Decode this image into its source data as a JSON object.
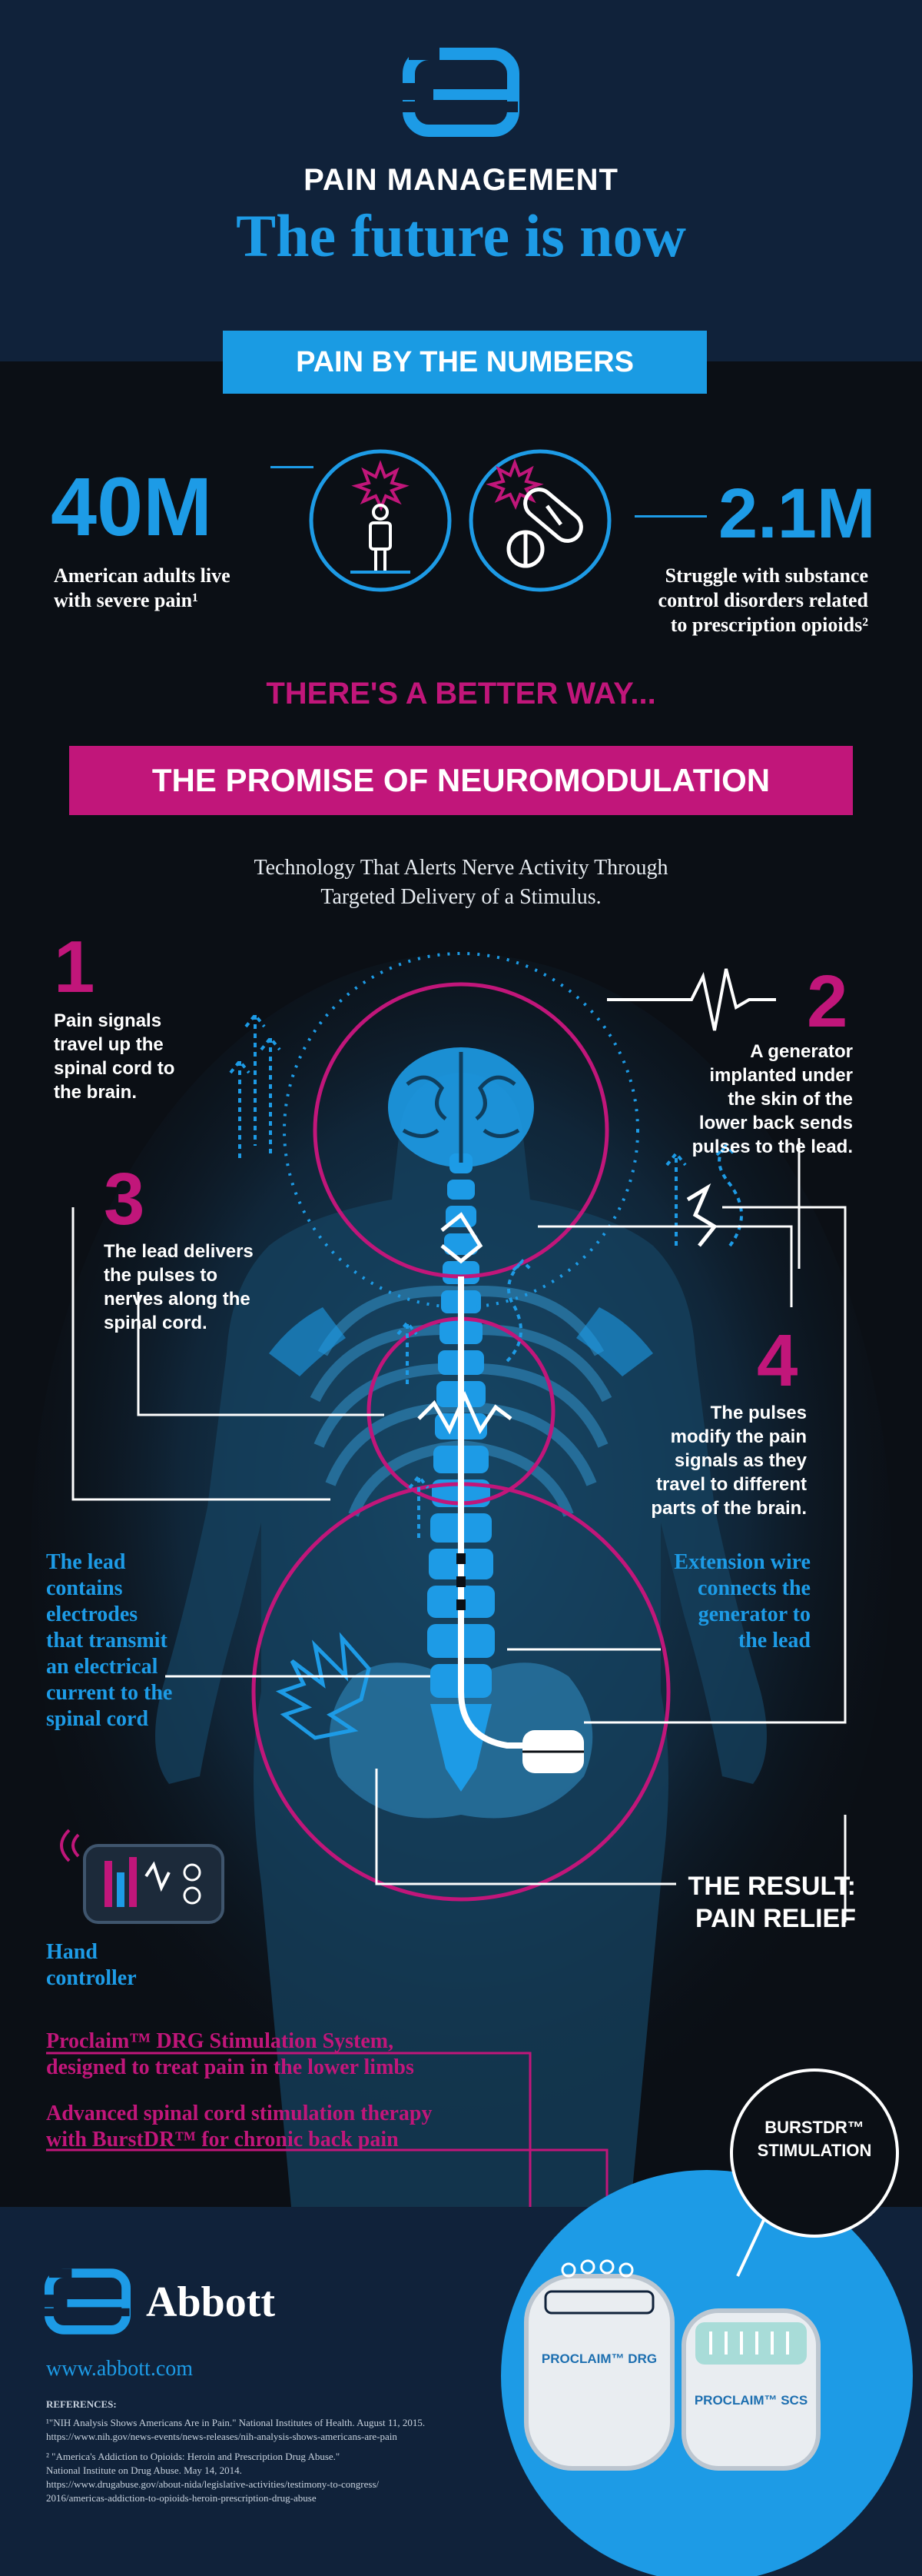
{
  "header": {
    "kicker": "PAIN MANAGEMENT",
    "title": "The future is now"
  },
  "numbers": {
    "banner": "PAIN BY THE NUMBERS",
    "stat1": {
      "value": "40M",
      "line1": "American adults live",
      "line2": "with severe pain¹"
    },
    "stat2": {
      "value": "2.1M",
      "line1": "Struggle with substance",
      "line2": "control disorders related",
      "line3": "to prescription opioids²"
    }
  },
  "better": {
    "tagline": "THERE'S A BETTER WAY...",
    "banner": "THE PROMISE OF NEUROMODULATION",
    "subtitle1": "Technology That Alerts Nerve Activity Through",
    "subtitle2": "Targeted Delivery of a Stimulus."
  },
  "steps": {
    "s1": {
      "num": "1",
      "lines": [
        "Pain signals",
        "travel up the",
        "spinal cord to",
        "the brain."
      ]
    },
    "s2": {
      "num": "2",
      "lines": [
        "A generator",
        "implanted under",
        "the skin of the",
        "lower back sends",
        "pulses to the lead."
      ]
    },
    "s3": {
      "num": "3",
      "lines": [
        "The lead delivers",
        "the pulses to",
        "nerves along the",
        "spinal cord."
      ]
    },
    "s4": {
      "num": "4",
      "lines": [
        "The pulses",
        "modify the pain",
        "signals as they",
        "travel to different",
        "parts of the brain."
      ]
    }
  },
  "callouts": {
    "lead": [
      "The lead",
      "contains",
      "electrodes",
      "that transmit",
      "an electrical",
      "current to the",
      "spinal cord"
    ],
    "extension": [
      "Extension wire",
      "connects the",
      "generator to",
      "the lead"
    ],
    "controller": [
      "Hand",
      "controller"
    ],
    "result": [
      "THE RESULT:",
      "PAIN RELIEF"
    ]
  },
  "products": {
    "drg_desc1": "Proclaim™ DRG Stimulation System,",
    "drg_desc2": "designed to treat pain in the lower limbs",
    "scs_desc1": "Advanced spinal cord stimulation therapy",
    "scs_desc2": "with BurstDR™ for chronic back pain",
    "burst1": "BURSTDR™",
    "burst2": "STIMULATION",
    "drg_label": "PROCLAIM™ DRG",
    "scs_label": "PROCLAIM™ SCS"
  },
  "footer": {
    "brand": "Abbott",
    "url": "www.abbott.com",
    "refs_title": "REFERENCES:",
    "ref1a": "¹\"NIH Analysis Shows Americans Are in Pain.\" National Institutes of Health. August 11, 2015.",
    "ref1b": "https://www.nih.gov/news-events/news-releases/nih-analysis-shows-americans-are-pain",
    "ref2a": "² \"America's Addiction to Opioids: Heroin and Prescription Drug Abuse.\"",
    "ref2b": "National Institute on Drug Abuse. May 14, 2014.",
    "ref2c": "https://www.drugabuse.gov/about-nida/legislative-activities/testimony-to-congress/",
    "ref2d": "2016/americas-addiction-to-opioids-heroin-prescription-drug-abuse"
  },
  "colors": {
    "blue": "#1d9be6",
    "pink": "#c1167a",
    "navy": "#10223a",
    "dark": "#0b0f15"
  }
}
